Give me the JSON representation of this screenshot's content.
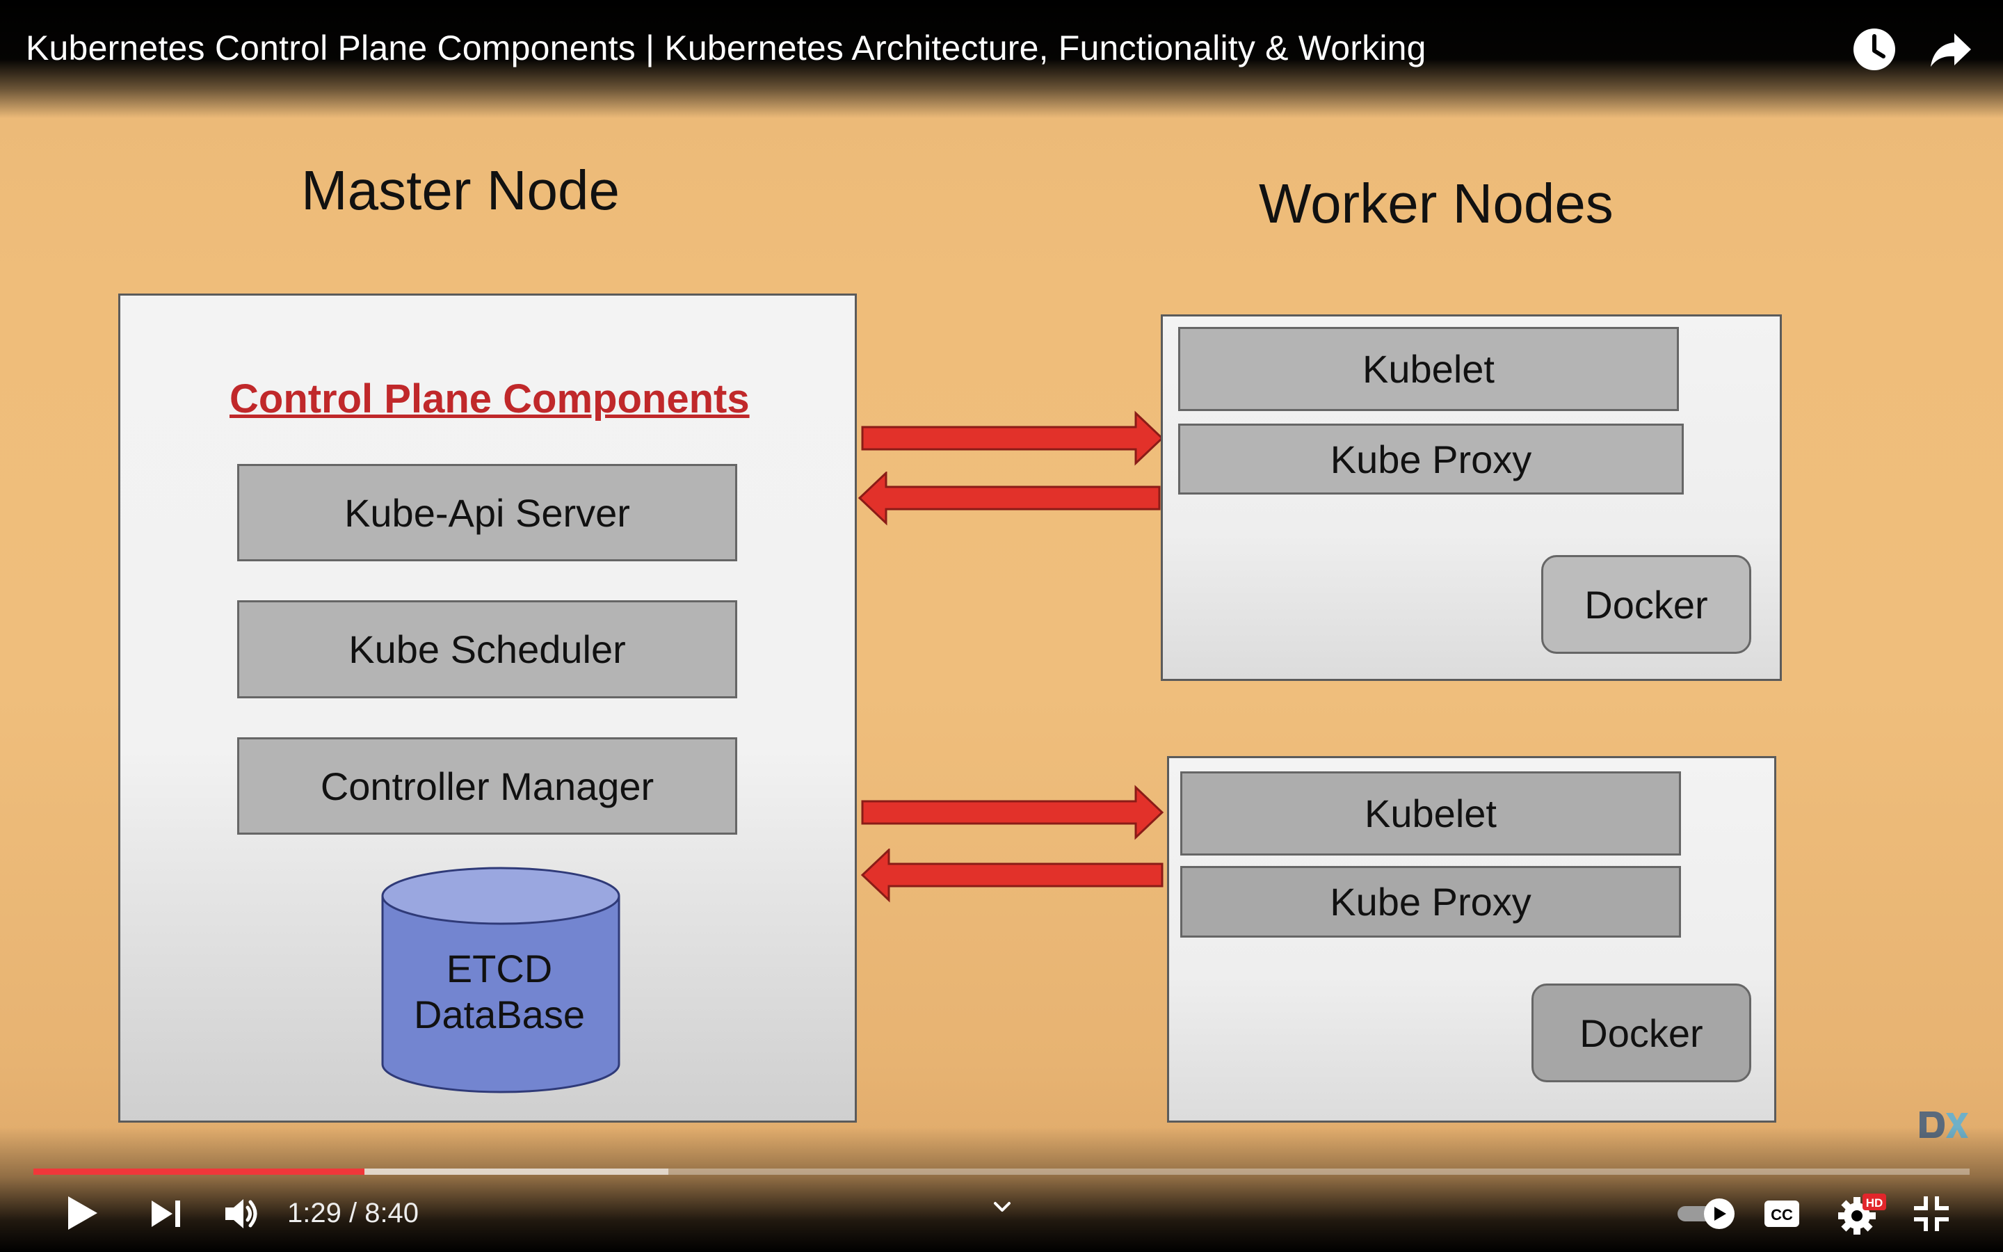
{
  "video": {
    "title": "Kubernetes Control Plane Components | Kubernetes Architecture, Functionality & Working",
    "current_time": "1:29",
    "duration": "8:40",
    "time_display": "1:29 / 8:40",
    "progress_fraction": 0.171,
    "buffered_fraction": 0.328
  },
  "slide": {
    "master_heading": "Master Node",
    "worker_heading": "Worker Nodes",
    "control_plane_title": "Control Plane Components",
    "master_components": {
      "api_server": "Kube-Api Server",
      "scheduler": "Kube Scheduler",
      "controller_manager": "Controller Manager"
    },
    "etcd": {
      "line1": "ETCD",
      "line2": "DataBase"
    },
    "worker1": {
      "kubelet": "Kubelet",
      "kube_proxy": "Kube Proxy",
      "docker": "Docker"
    },
    "worker2": {
      "kubelet": "Kubelet",
      "kube_proxy": "Kube Proxy",
      "docker": "Docker"
    }
  },
  "controls": {
    "top_icons": [
      "watch-later-icon",
      "share-icon"
    ],
    "left_icons": [
      "play-icon",
      "next-icon",
      "volume-icon"
    ],
    "right_icons": [
      "autoplay-toggle-icon",
      "captions-icon",
      "settings-icon",
      "exit-fullscreen-icon"
    ],
    "hd_badge": "HD",
    "cc_label": "CC"
  },
  "colors": {
    "progress_played": "#f0373a",
    "arrow_red": "#e2312a",
    "title_red": "#c0282a",
    "etcd_blue": "#7a8bd4"
  }
}
